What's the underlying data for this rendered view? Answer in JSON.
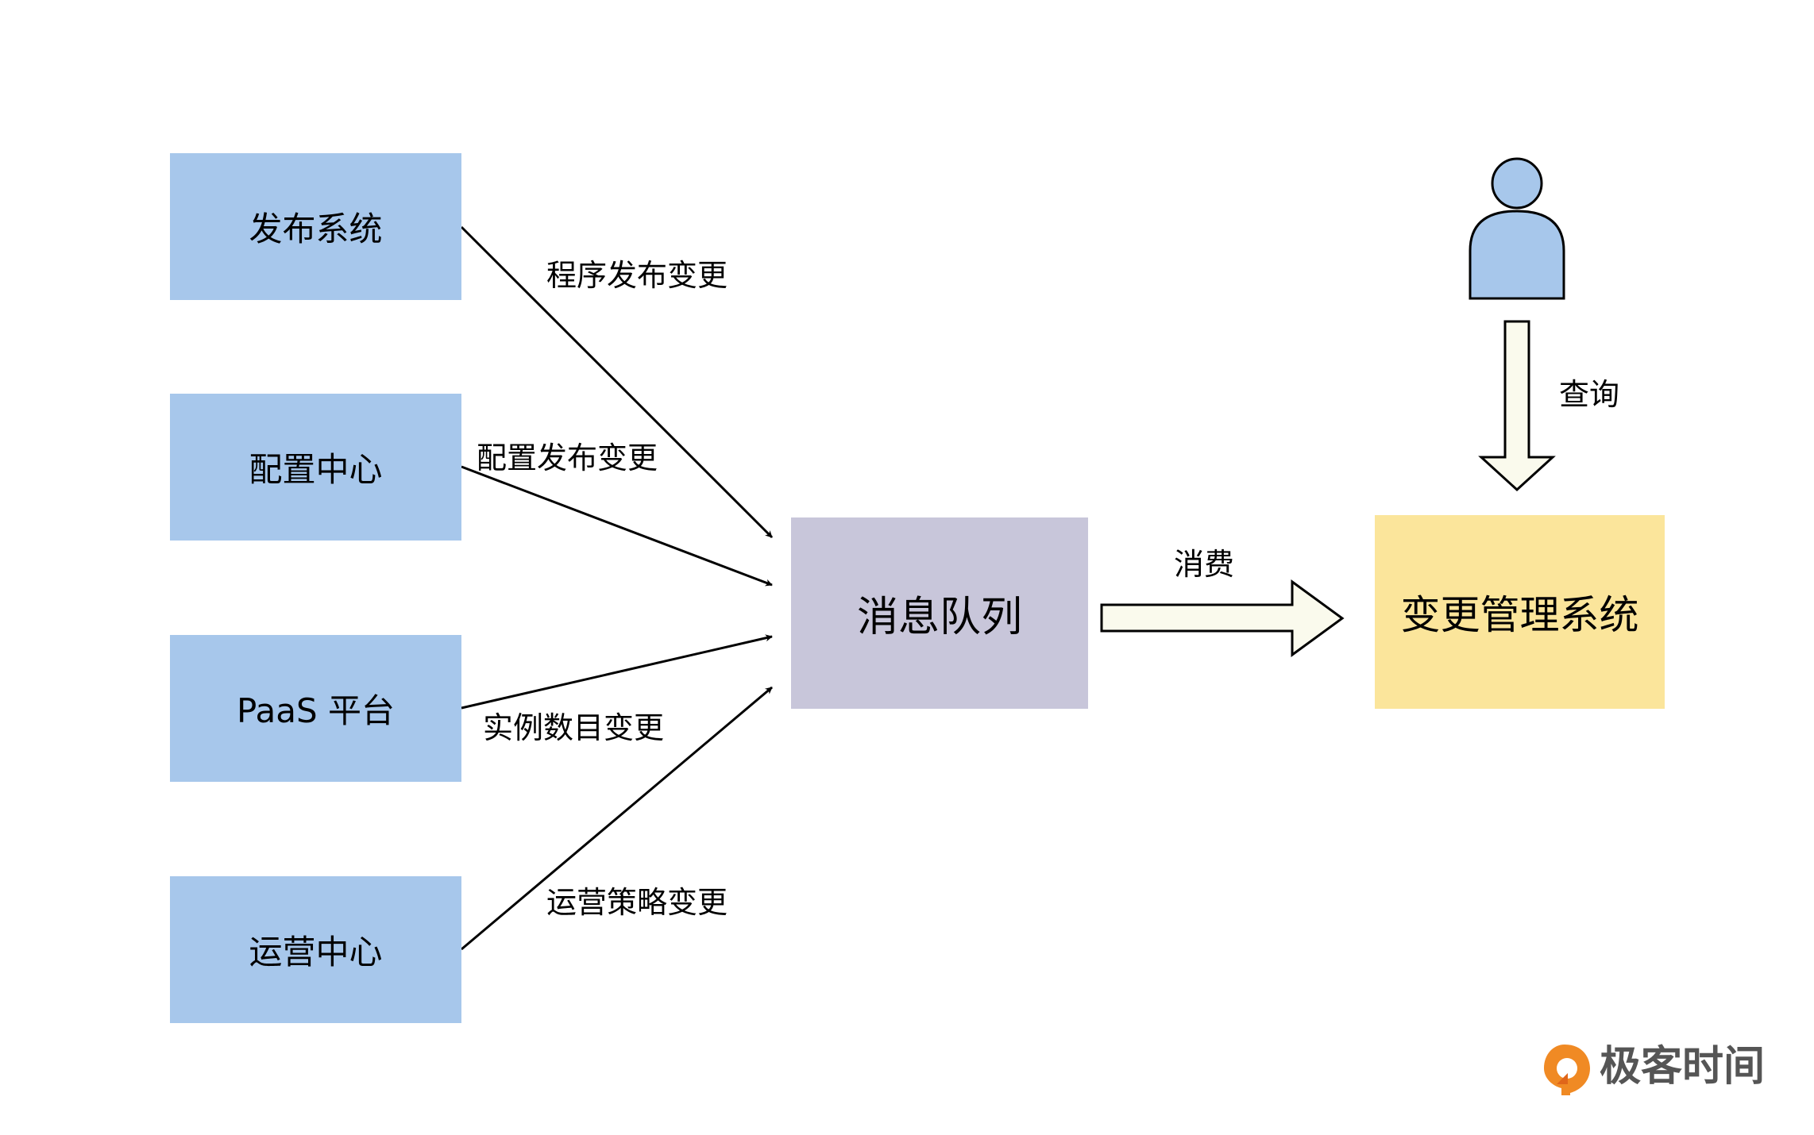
{
  "sources": [
    {
      "label": "发布系统",
      "edge_label": "程序发布变更"
    },
    {
      "label": "配置中心",
      "edge_label": "配置发布变更"
    },
    {
      "label": "PaaS 平台",
      "edge_label": "实例数目变更"
    },
    {
      "label": "运营中心",
      "edge_label": "运营策略变更"
    }
  ],
  "queue": {
    "label": "消息队列"
  },
  "consumer": {
    "label": "变更管理系统"
  },
  "consume_label": "消费",
  "query_label": "查询",
  "user": {
    "icon": "user-icon"
  },
  "logo": {
    "text": "极客时间",
    "icon": "geektime-logo-icon"
  },
  "colors": {
    "source_fill": "#a7c7eb",
    "queue_fill": "#c8c6da",
    "consumer_fill": "#fbe59b",
    "block_arrow_fill": "#fafaed",
    "logo_orange": "#f08a24"
  }
}
